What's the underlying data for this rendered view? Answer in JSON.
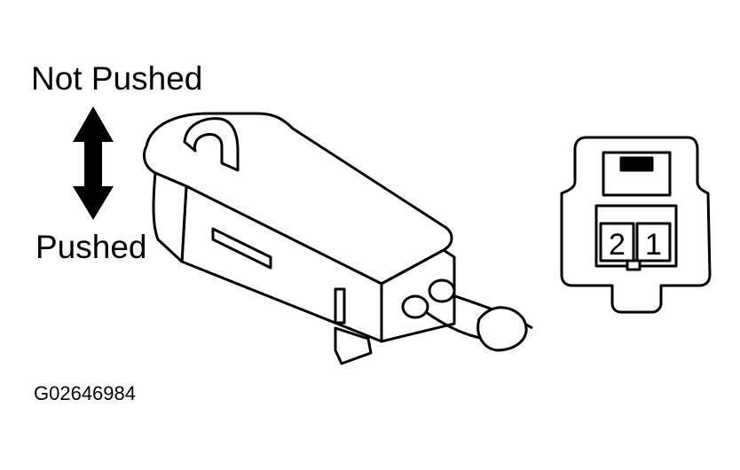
{
  "labels": {
    "not_pushed": "Not Pushed",
    "pushed": "Pushed",
    "figure_code": "G02646984"
  },
  "connector": {
    "pins": [
      "2",
      "1"
    ]
  }
}
